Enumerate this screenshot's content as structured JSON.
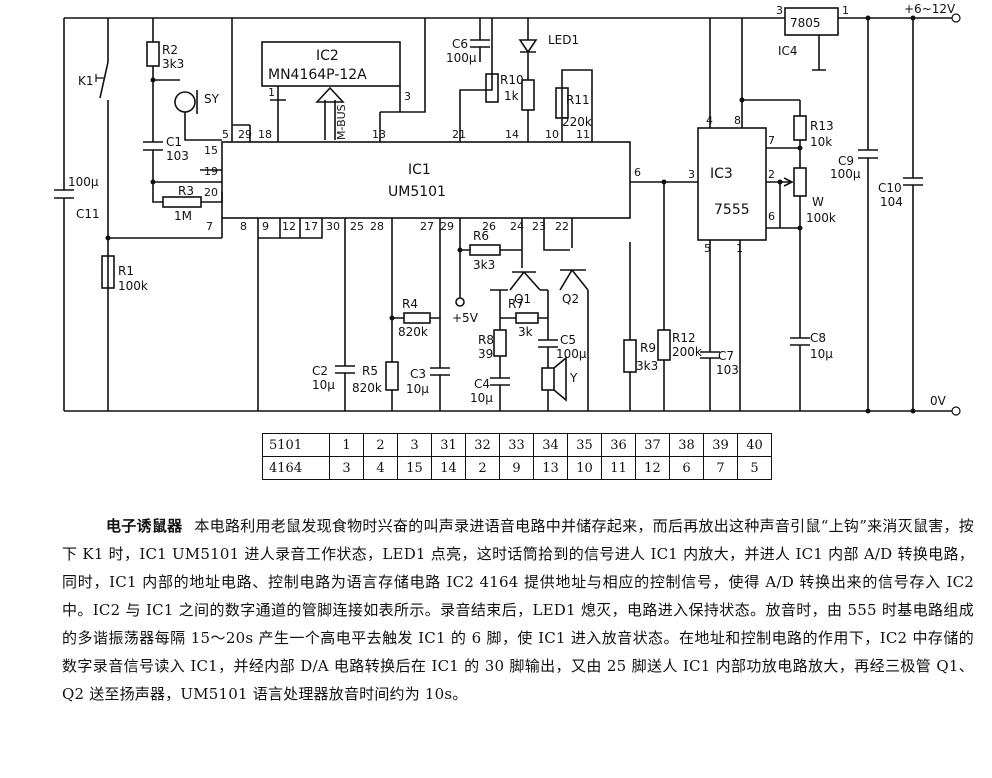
{
  "supply": {
    "plus": "+6~12V",
    "zero": "0V"
  },
  "components": {
    "ic1_name": "IC1",
    "ic1_model": "UM5101",
    "ic2_name": "IC2",
    "ic2_model": "MN4164P-12A",
    "ic3_name": "IC3",
    "ic3_model": "7555",
    "ic4_name": "IC4",
    "ic4_model": "7805",
    "mbus": "M-BUS",
    "k1": "K1",
    "sy": "SY",
    "r2": "R2",
    "r2_val": "3k3",
    "c1": "C1",
    "c1_val": "103",
    "r3": "R3",
    "r3_val": "1M",
    "c11": "C11",
    "c11_val": "100μ",
    "r1": "R1",
    "r1_val": "100k",
    "c6": "C6",
    "c6_val": "100μ",
    "led1": "LED1",
    "r10": "R10",
    "r10_val": "1k",
    "r11": "R11",
    "r11_val": "220k",
    "r6": "R6",
    "r6_val": "3k3",
    "q1": "Q1",
    "q2": "Q2",
    "r7": "R7",
    "r7_val": "3k",
    "r8": "R8",
    "r8_val": "39",
    "c5": "C5",
    "c5_val": "100μ",
    "c4": "C4",
    "c4_val": "10μ",
    "y": "Y",
    "r4": "R4",
    "r4_val": "820k",
    "plus5v": "+5V",
    "c2": "C2",
    "c2_val": "10μ",
    "r5": "R5",
    "r5_val": "820k",
    "c3": "C3",
    "c3_val": "10μ",
    "r9": "R9",
    "r9_val": "3k3",
    "r12": "R12",
    "r12_val": "200k",
    "c7": "C7",
    "c7_val": "103",
    "r13": "R13",
    "r13_val": "10k",
    "w": "W",
    "w_val": "100k",
    "c8": "C8",
    "c8_val": "10μ",
    "c9": "C9",
    "c9_val": "100μ",
    "c10": "C10",
    "c10_val": "104"
  },
  "pins": {
    "p3_7805": "3",
    "p1_7805": "1",
    "ic1": [
      "5",
      "29",
      "18",
      "15",
      "19",
      "20",
      "7",
      "8",
      "9",
      "12",
      "17",
      "30",
      "25",
      "28",
      "27",
      "29",
      "13",
      "21",
      "14",
      "10",
      "11",
      "26",
      "24",
      "23",
      "22",
      "6"
    ],
    "ic2": [
      "1",
      "3"
    ],
    "ic3": [
      "4",
      "8",
      "7",
      "3",
      "2",
      "6",
      "5",
      "1"
    ]
  },
  "pin_table": {
    "rows": [
      {
        "head": "5101",
        "cells": [
          "1",
          "2",
          "3",
          "31",
          "32",
          "33",
          "34",
          "35",
          "36",
          "37",
          "38",
          "39",
          "40"
        ]
      },
      {
        "head": "4164",
        "cells": [
          "3",
          "4",
          "15",
          "14",
          "2",
          "9",
          "13",
          "10",
          "11",
          "12",
          "6",
          "7",
          "5"
        ]
      }
    ]
  },
  "description": {
    "title": "电子诱鼠器",
    "body": "本电路利用老鼠发现食物时兴奋的叫声录进语音电路中并储存起来，而后再放出这种声音引鼠“上钩”来消灭鼠害，按下 K1 时，IC1 UM5101 进人录音工作状态，LED1 点亮，这时话筒拾到的信号进人 IC1 内放大，并进人 IC1 内部 A/D 转换电路，同时，IC1 内部的地址电路、控制电路为语言存储电路 IC2 4164 提供地址与相应的控制信号，使得 A/D 转换出来的信号存入 IC2 中。IC2 与 IC1 之间的数字通道的管脚连接如表所示。录音结束后，LED1 熄灭，电路进入保持状态。放音时，由 555 时基电路组成的多谐振荡器每隔 15～20s 产生一个高电平去触发 IC1 的 6 脚，使 IC1 进入放音状态。在地址和控制电路的作用下，IC2 中存储的数字录音信号读入 IC1，并经内部 D/A 电路转换后在 IC1 的 30 脚输出，又由 25 脚送人 IC1 内部功放电路放大，再经三极管 Q1、Q2 送至扬声器，UM5101 语言处理器放音时间约为 10s。"
  }
}
